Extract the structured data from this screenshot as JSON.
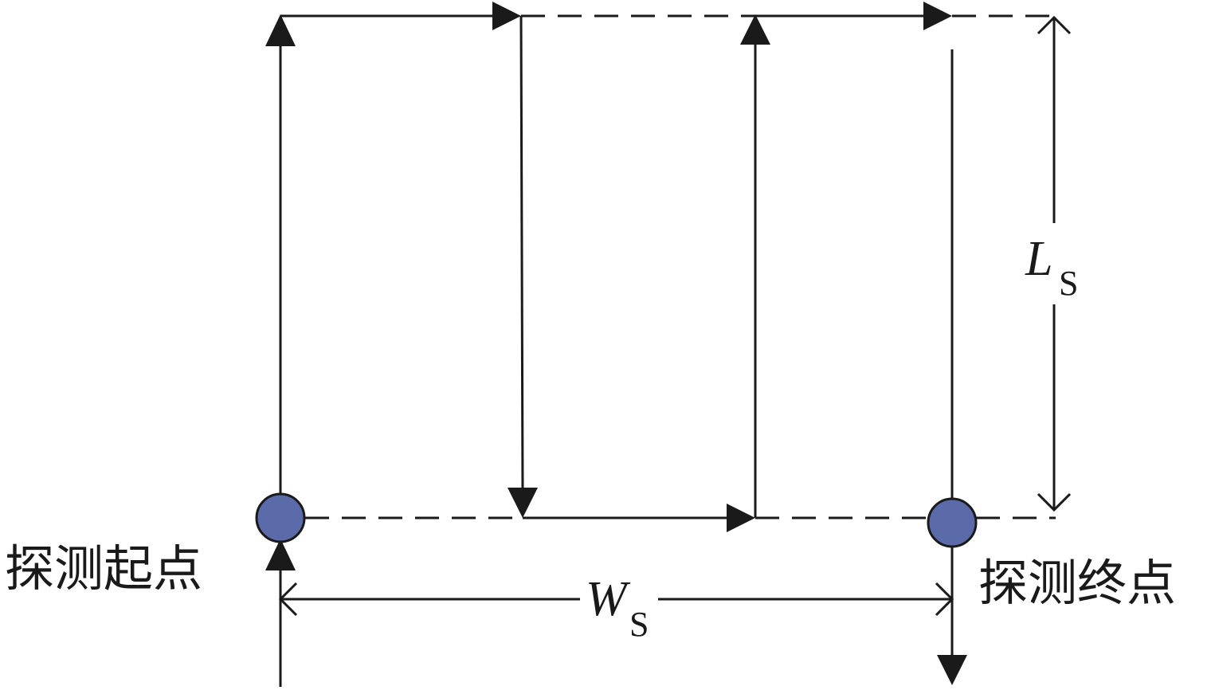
{
  "labels": {
    "start_point": "探测起点",
    "end_point": "探测终点",
    "width_symbol": "W",
    "width_subscript": "S",
    "length_symbol": "L",
    "length_subscript": "S"
  },
  "colors": {
    "line": "#1a1a1a",
    "point_fill": "#5b6aa8",
    "point_stroke": "#1a1a1a"
  }
}
